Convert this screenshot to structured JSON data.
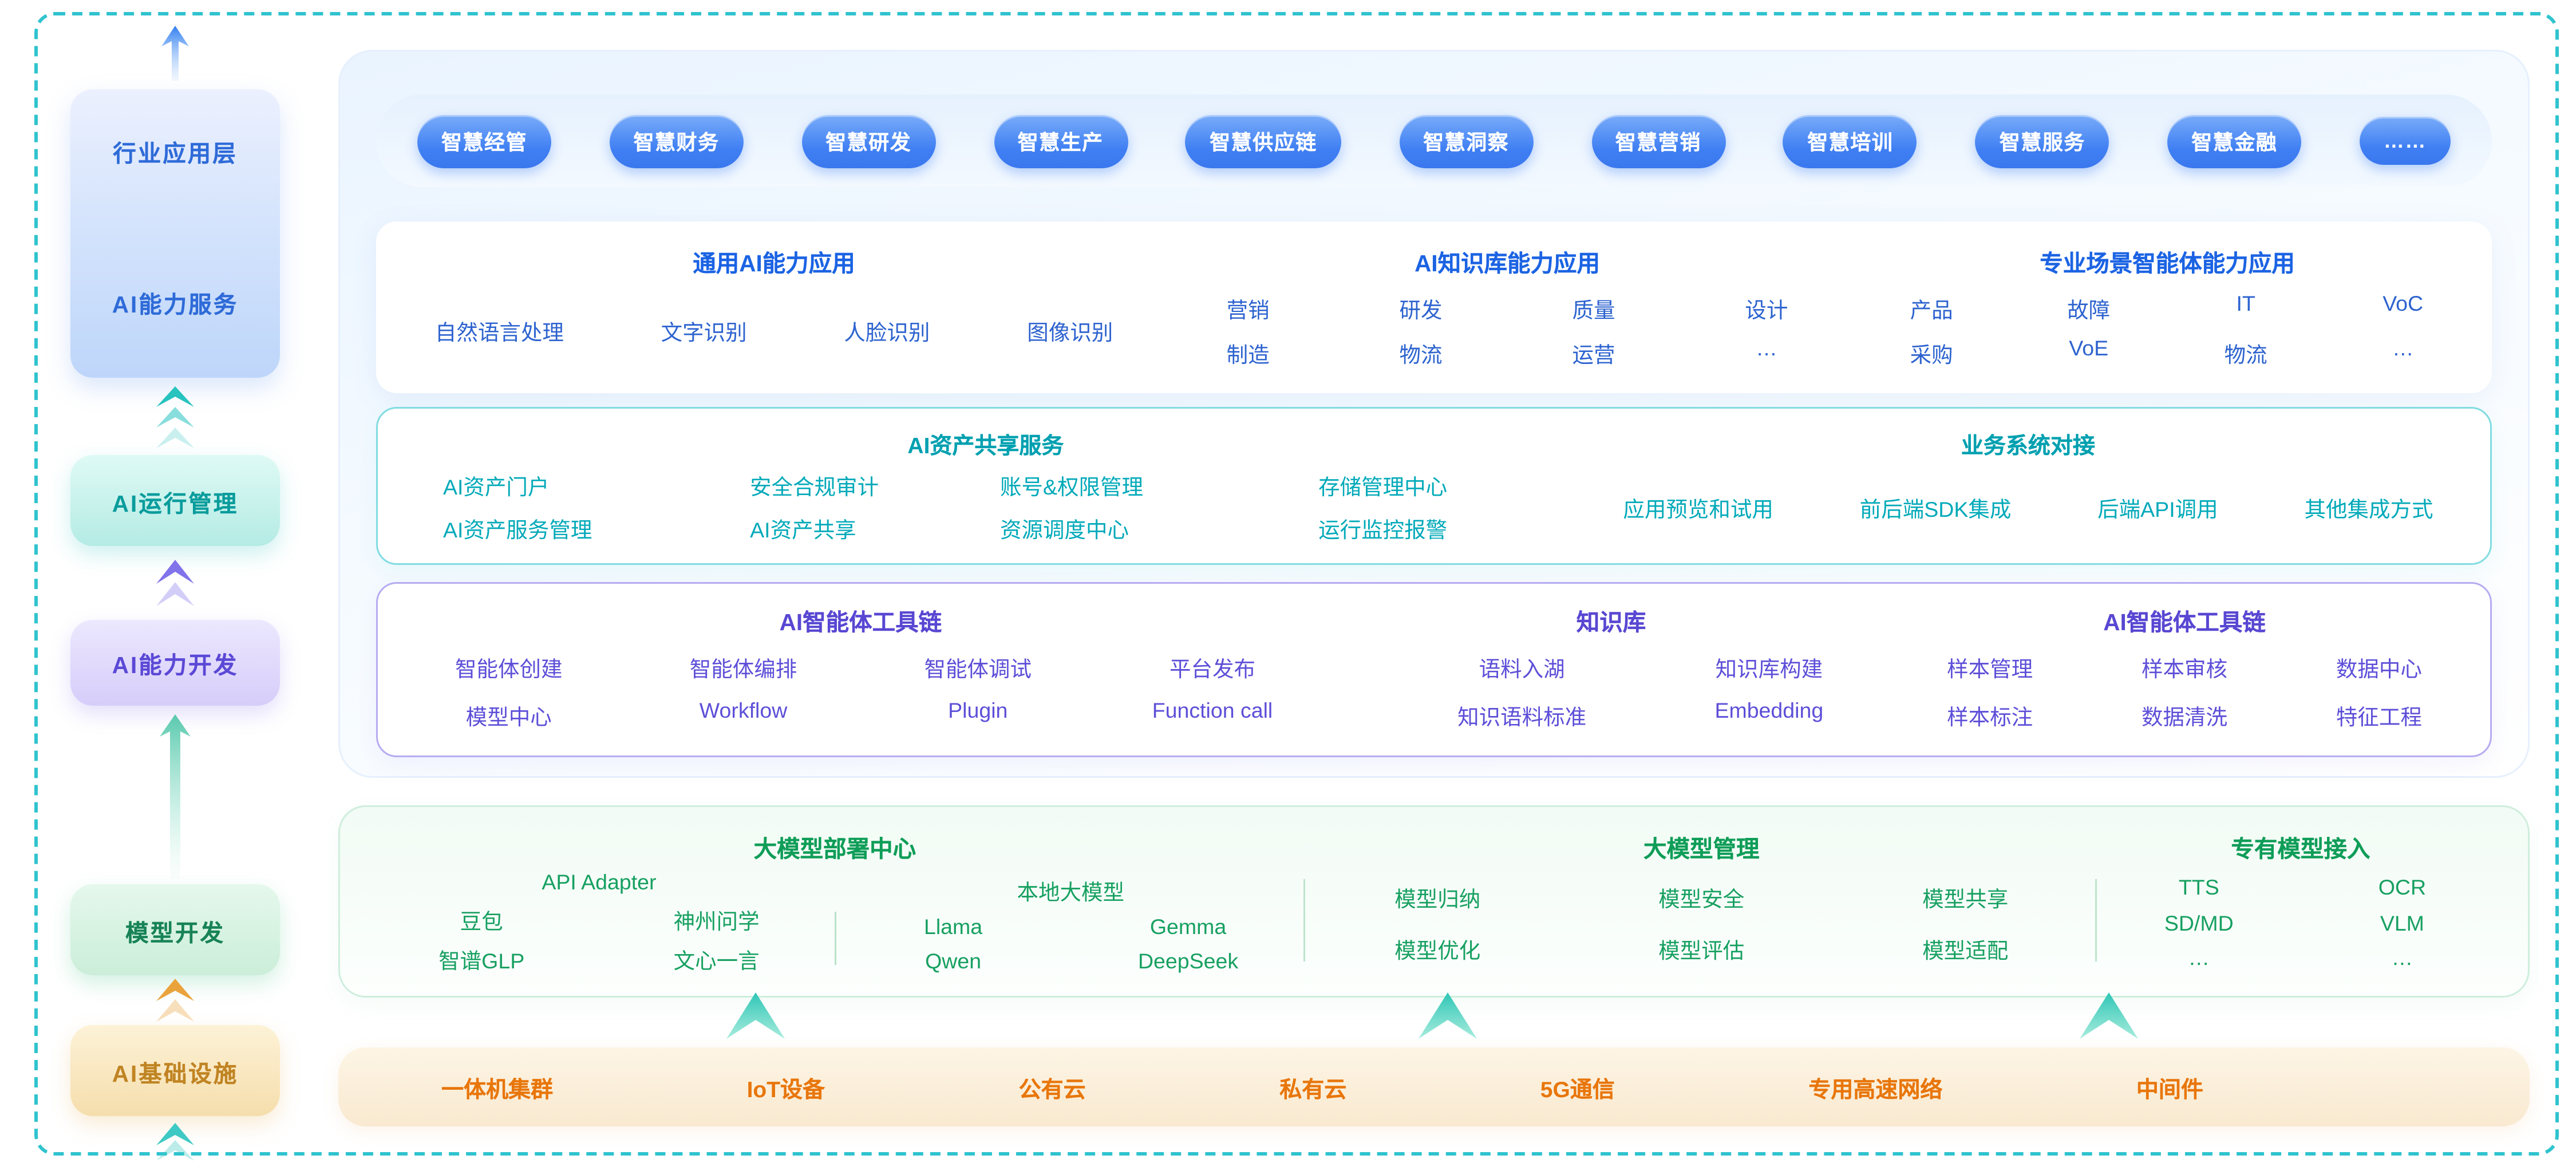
{
  "sidebar": {
    "layers": [
      {
        "labels": [
          "行业应用层",
          "AI能力服务"
        ]
      },
      {
        "labels": [
          "AI运行管理"
        ]
      },
      {
        "labels": [
          "AI能力开发"
        ]
      },
      {
        "labels": [
          "模型开发"
        ]
      },
      {
        "labels": [
          "AI基础设施"
        ]
      }
    ]
  },
  "app_pills": [
    "智慧经管",
    "智慧财务",
    "智慧研发",
    "智慧生产",
    "智慧供应链",
    "智慧洞察",
    "智慧营销",
    "智慧培训",
    "智慧服务",
    "智慧金融",
    "……"
  ],
  "capabilities": {
    "groups": [
      {
        "title": "通用AI能力应用",
        "rows": [
          [
            "自然语言处理",
            "文字识别",
            "人脸识别",
            "图像识别"
          ]
        ]
      },
      {
        "title": "AI知识库能力应用",
        "rows": [
          [
            "营销",
            "研发",
            "质量",
            "设计"
          ],
          [
            "制造",
            "物流",
            "运营",
            "…"
          ]
        ]
      },
      {
        "title": "专业场景智能体能力应用",
        "rows": [
          [
            "产品",
            "故障",
            "IT",
            "VoC"
          ],
          [
            "采购",
            "VoE",
            "物流",
            "…"
          ]
        ]
      }
    ]
  },
  "asset": {
    "left_title": "AI资产共享服务",
    "right_title": "业务系统对接",
    "left_rows": [
      [
        "AI资产门户",
        "安全合规审计",
        "账号&权限管理",
        "存储管理中心"
      ],
      [
        "AI资产服务管理",
        "AI资产共享",
        "资源调度中心",
        "运行监控报警"
      ]
    ],
    "right_items": [
      "应用预览和试用",
      "前后端SDK集成",
      "后端API调用",
      "其他集成方式"
    ]
  },
  "agent": {
    "groups": [
      {
        "title": "AI智能体工具链",
        "rows": [
          [
            "智能体创建",
            "智能体编排",
            "智能体调试",
            "平台发布"
          ],
          [
            "模型中心",
            "Workflow",
            "Plugin",
            "Function call"
          ]
        ]
      },
      {
        "title": "知识库",
        "rows": [
          [
            "语料入湖",
            "知识库构建"
          ],
          [
            "知识语料标准",
            "Embedding"
          ]
        ]
      },
      {
        "title": "AI智能体工具链",
        "rows": [
          [
            "样本管理",
            "样本审核",
            "数据中心"
          ],
          [
            "样本标注",
            "数据清洗",
            "特征工程"
          ]
        ]
      }
    ]
  },
  "models": {
    "deploy": {
      "title": "大模型部署中心",
      "api_title": "API Adapter",
      "api_rows": [
        [
          "豆包",
          "神州问学"
        ],
        [
          "智谱GLP",
          "文心一言"
        ]
      ],
      "local_title": "本地大模型",
      "local_rows": [
        [
          "Llama",
          "Gemma"
        ],
        [
          "Qwen",
          "DeepSeek"
        ]
      ]
    },
    "manage": {
      "title": "大模型管理",
      "rows": [
        [
          "模型归纳",
          "模型安全",
          "模型共享"
        ],
        [
          "模型优化",
          "模型评估",
          "模型适配"
        ]
      ]
    },
    "proprietary": {
      "title": "专有模型接入",
      "rows": [
        [
          "TTS",
          "OCR"
        ],
        [
          "SD/MD",
          "VLM"
        ],
        [
          "…",
          "…"
        ]
      ]
    }
  },
  "infrastructure": [
    "一体机集群",
    "IoT设备",
    "公有云",
    "私有云",
    "5G通信",
    "专用高速网络",
    "中间件"
  ],
  "colors": {
    "blue": "#3a7df2",
    "teal": "#00a9b9",
    "purple": "#5d4fd8",
    "green": "#12a05c",
    "orange": "#e8760b"
  }
}
